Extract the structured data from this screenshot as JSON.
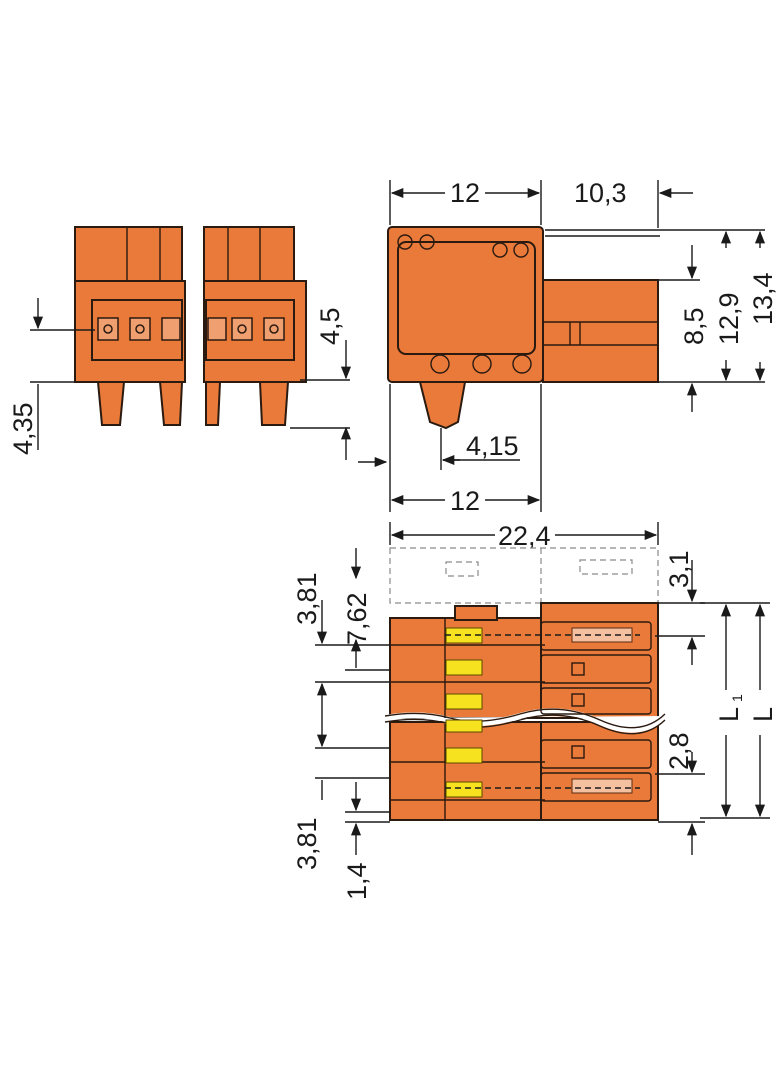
{
  "colors": {
    "housing": "#e97a3a",
    "outline": "#2a1a10",
    "latch": "#f6e21e",
    "pin_contact": "#f4c0a0",
    "dimension_line": "#1a1a1a"
  },
  "dimensions": {
    "top_width": "12",
    "overhang": "10,3",
    "height_8_5": "8,5",
    "height_12_9": "12,9",
    "height_13_4": "13,4",
    "height_4_5": "4,5",
    "pin_4_35": "4,35",
    "pin_offset_4_15": "4,15",
    "bottom_width": "12",
    "total_length": "22,4",
    "offset_3_1": "3,1",
    "pitch_3_81_top": "3,81",
    "pitch_7_62": "7,62",
    "pitch_2_8": "2,8",
    "pitch_3_81_bottom": "3,81",
    "edge_1_4": "1,4",
    "length_L1_main": "L",
    "length_L1_sub": "1",
    "length_L": "L"
  }
}
